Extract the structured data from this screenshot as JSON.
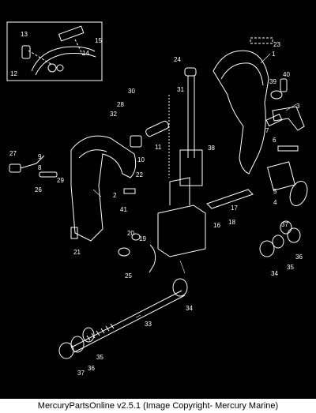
{
  "caption": "MercuryPartsOnline v2.5.1 (Image Copyright- Mercury Marine)",
  "part_numbers": [
    "1",
    "2",
    "3",
    "4",
    "5",
    "6",
    "7",
    "8",
    "9",
    "10",
    "11",
    "12",
    "13",
    "14",
    "15",
    "16",
    "17",
    "18",
    "19",
    "20",
    "21",
    "22",
    "23",
    "24",
    "25",
    "26",
    "27",
    "28",
    "29",
    "30",
    "31",
    "32",
    "33",
    "34",
    "34",
    "35",
    "35",
    "36",
    "36",
    "37",
    "37",
    "38",
    "39",
    "40",
    "41"
  ],
  "colors": {
    "background": "#000000",
    "line": "#ffffff",
    "caption_bg": "#ffffff",
    "caption_text": "#000000"
  }
}
